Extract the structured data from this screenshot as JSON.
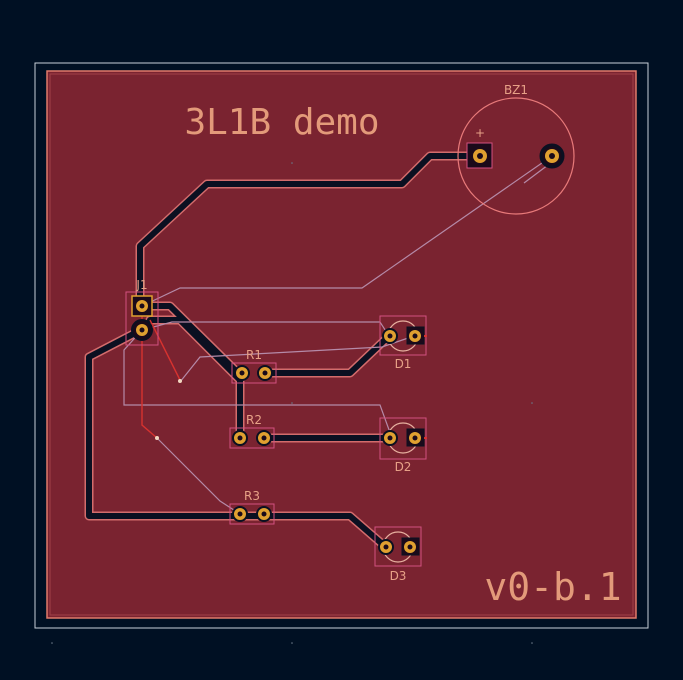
{
  "board": {
    "title": "3L1B demo",
    "version": "v0-b.1"
  },
  "components": {
    "bz1": {
      "ref": "BZ1",
      "plus": "+"
    },
    "j1": {
      "ref": "J1"
    },
    "r1": {
      "ref": "R1"
    },
    "r2": {
      "ref": "R2"
    },
    "r3": {
      "ref": "R3"
    },
    "d1": {
      "ref": "D1"
    },
    "d2": {
      "ref": "D2"
    },
    "d3": {
      "ref": "D3"
    }
  },
  "colors": {
    "background": "#001023",
    "board_fill": "#7a2330",
    "copper_trace": "#0b1021",
    "silkscreen": "#e39a7a",
    "ratsnest": "#b58aa8",
    "front_trace": "#d6322f",
    "pad": "#e0a030"
  }
}
